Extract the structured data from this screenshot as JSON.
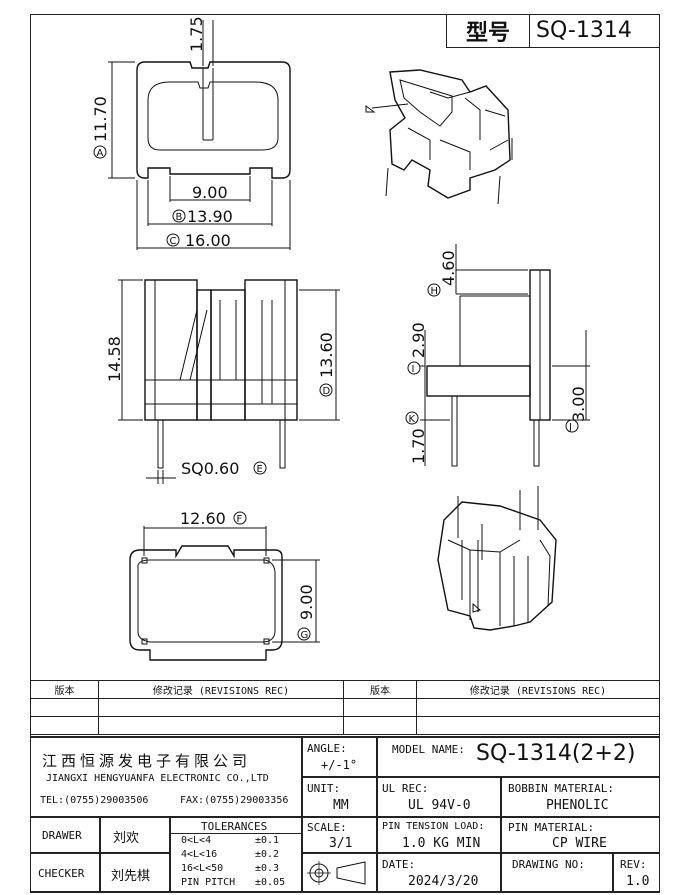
{
  "header": {
    "type_label": "型号",
    "model": "SQ-1314"
  },
  "dimensions": {
    "top_slot": "1.75",
    "a": "11.70",
    "slot_width": "9.00",
    "b": "13.90",
    "c": "16.00",
    "overall_height": "14.58",
    "d": "13.60",
    "pin": "SQ0.60",
    "h": "4.60",
    "i": "2.90",
    "j": "3.00",
    "k": "1.70",
    "f": "12.60",
    "g": "9.00"
  },
  "markers": {
    "a": "A",
    "b": "B",
    "c": "C",
    "d": "D",
    "e": "E",
    "f": "F",
    "g": "G",
    "h": "H",
    "i": "I",
    "j": "J",
    "k": "K"
  },
  "revisions": {
    "col1": "版本",
    "col2": "修改记录 (REVISIONS REC)",
    "col3": "版本",
    "col4": "修改记录 (REVISIONS REC)"
  },
  "title_block": {
    "company_cn": "江西恒源发电子有限公司",
    "company_en": "JIANGXI HENGYUANFA ELECTRONIC CO.,LTD",
    "tel": "TEL:(0755)29003506",
    "fax": "FAX:(0755)29003356",
    "angle_label": "ANGLE:",
    "angle_value": "+/-1°",
    "model_name_label": "MODEL NAME:",
    "model_name_value": "SQ-1314(2+2)",
    "unit_label": "UNIT:",
    "unit_value": "MM",
    "ul_rec_label": "UL REC:",
    "ul_rec_value": "UL 94V-0",
    "bobbin_label": "BOBBIN MATERIAL:",
    "bobbin_value": "PHENOLIC",
    "drawer_label": "DRAWER",
    "drawer_value": "刘欢",
    "checker_label": "CHECKER",
    "checker_value": "刘先棋",
    "tolerances_label": "TOLERANCES",
    "tol_rows": [
      {
        "range": "0<L<4",
        "tol": "±0.1"
      },
      {
        "range": "4<L<16",
        "tol": "±0.2"
      },
      {
        "range": "16<L<50",
        "tol": "±0.3"
      },
      {
        "range": "PIN PITCH",
        "tol": "±0.05"
      }
    ],
    "scale_label": "SCALE:",
    "scale_value": "3/1",
    "pin_tension_label": "PIN TENSION LOAD:",
    "pin_tension_value": "1.0 KG MIN",
    "pin_material_label": "PIN MATERIAL:",
    "pin_material_value": "CP WIRE",
    "date_label": "DATE:",
    "date_value": "2024/3/20",
    "drawing_no_label": "DRAWING NO:",
    "drawing_no_value": "",
    "rev_label": "REV:",
    "rev_value": "1.0"
  }
}
